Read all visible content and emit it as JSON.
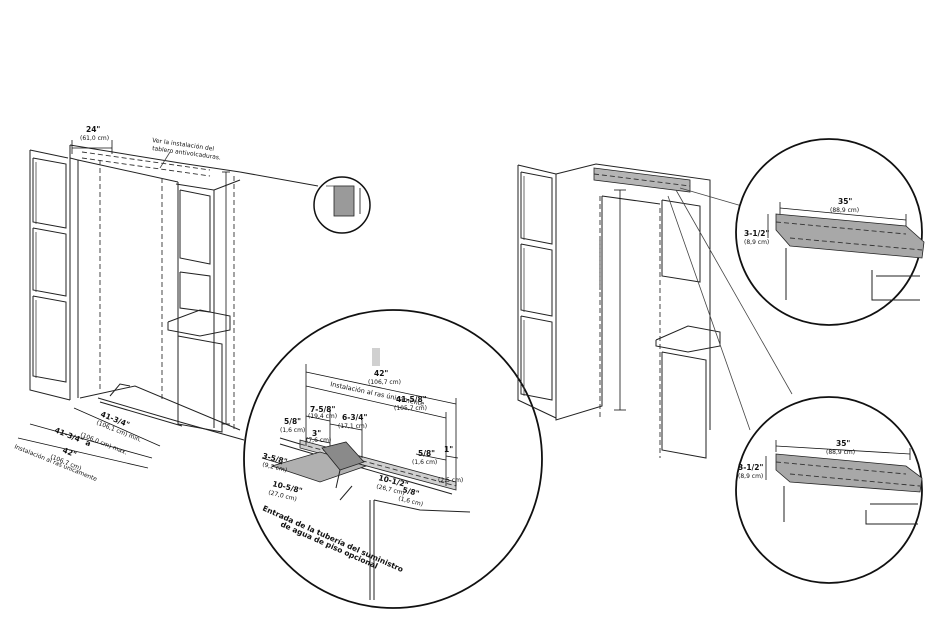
{
  "left_view": {
    "top_width": {
      "main": "24\"",
      "metric": "(61,0 cm)"
    },
    "note": {
      "line1": "Ver la instalación del",
      "line2": "tablero antivolcaduras."
    },
    "depth_a": {
      "main": "41-3/4\"",
      "metric": "(106,1 cm) min."
    },
    "depth_b": {
      "main": "41-3/4\" a",
      "metric": "(106,0 cm) max."
    },
    "depth_c": {
      "main": "42\"",
      "metric": "(106,7 cm)",
      "note": "Instalación al ras únicamente"
    }
  },
  "detail_circle": {
    "overall": {
      "main": "42\"",
      "metric": "(106,7 cm)",
      "note": "Instalación al ras únicamente"
    },
    "inner": {
      "main": "41-5/8\"",
      "metric": "(105,7 cm)"
    },
    "d_7_5_8": {
      "main": "7-5/8\"",
      "metric": "(19,4 cm)"
    },
    "d_6_3_4": {
      "main": "6-3/4\"",
      "metric": "(17,1 cm)"
    },
    "d_3": {
      "main": "3\"",
      "metric": "(7,6 cm)"
    },
    "d_5_8_left": {
      "main": "5/8\"",
      "metric": "(1,6 cm)"
    },
    "d_5_8_right": {
      "main": "5/8\"",
      "metric": "(1,6 cm)"
    },
    "d_1": {
      "main": "1\"",
      "metric": "(2,5 cm)"
    },
    "d_3_5_8": {
      "main": "3-5/8\"",
      "metric": "(9,2 cm)"
    },
    "d_10_5_8": {
      "main": "10-5/8\"",
      "metric": "(27,0 cm)"
    },
    "d_10_1_2": {
      "main": "10-1/2\"",
      "metric": "(26,7 cm)"
    },
    "d_5_8_bottom": {
      "main": "5/8\"",
      "metric": "(1,6 cm)"
    },
    "water_line": {
      "line1": "Entrada de la tubería del suministro",
      "line2": "de agua de piso opcional"
    }
  },
  "right_top_detail": {
    "width": {
      "main": "35\"",
      "metric": "(88,9 cm)"
    },
    "height": {
      "main": "3-1/2\"",
      "metric": "(8,9 cm)"
    }
  },
  "right_bottom_detail": {
    "width": {
      "main": "35\"",
      "metric": "(88,9 cm)"
    },
    "height": {
      "main": "3-1/2\"",
      "metric": "(8,9 cm)"
    }
  },
  "colors": {
    "line": "#222222",
    "shade": "#9a9a9a",
    "panel": "#cfcfcf"
  }
}
